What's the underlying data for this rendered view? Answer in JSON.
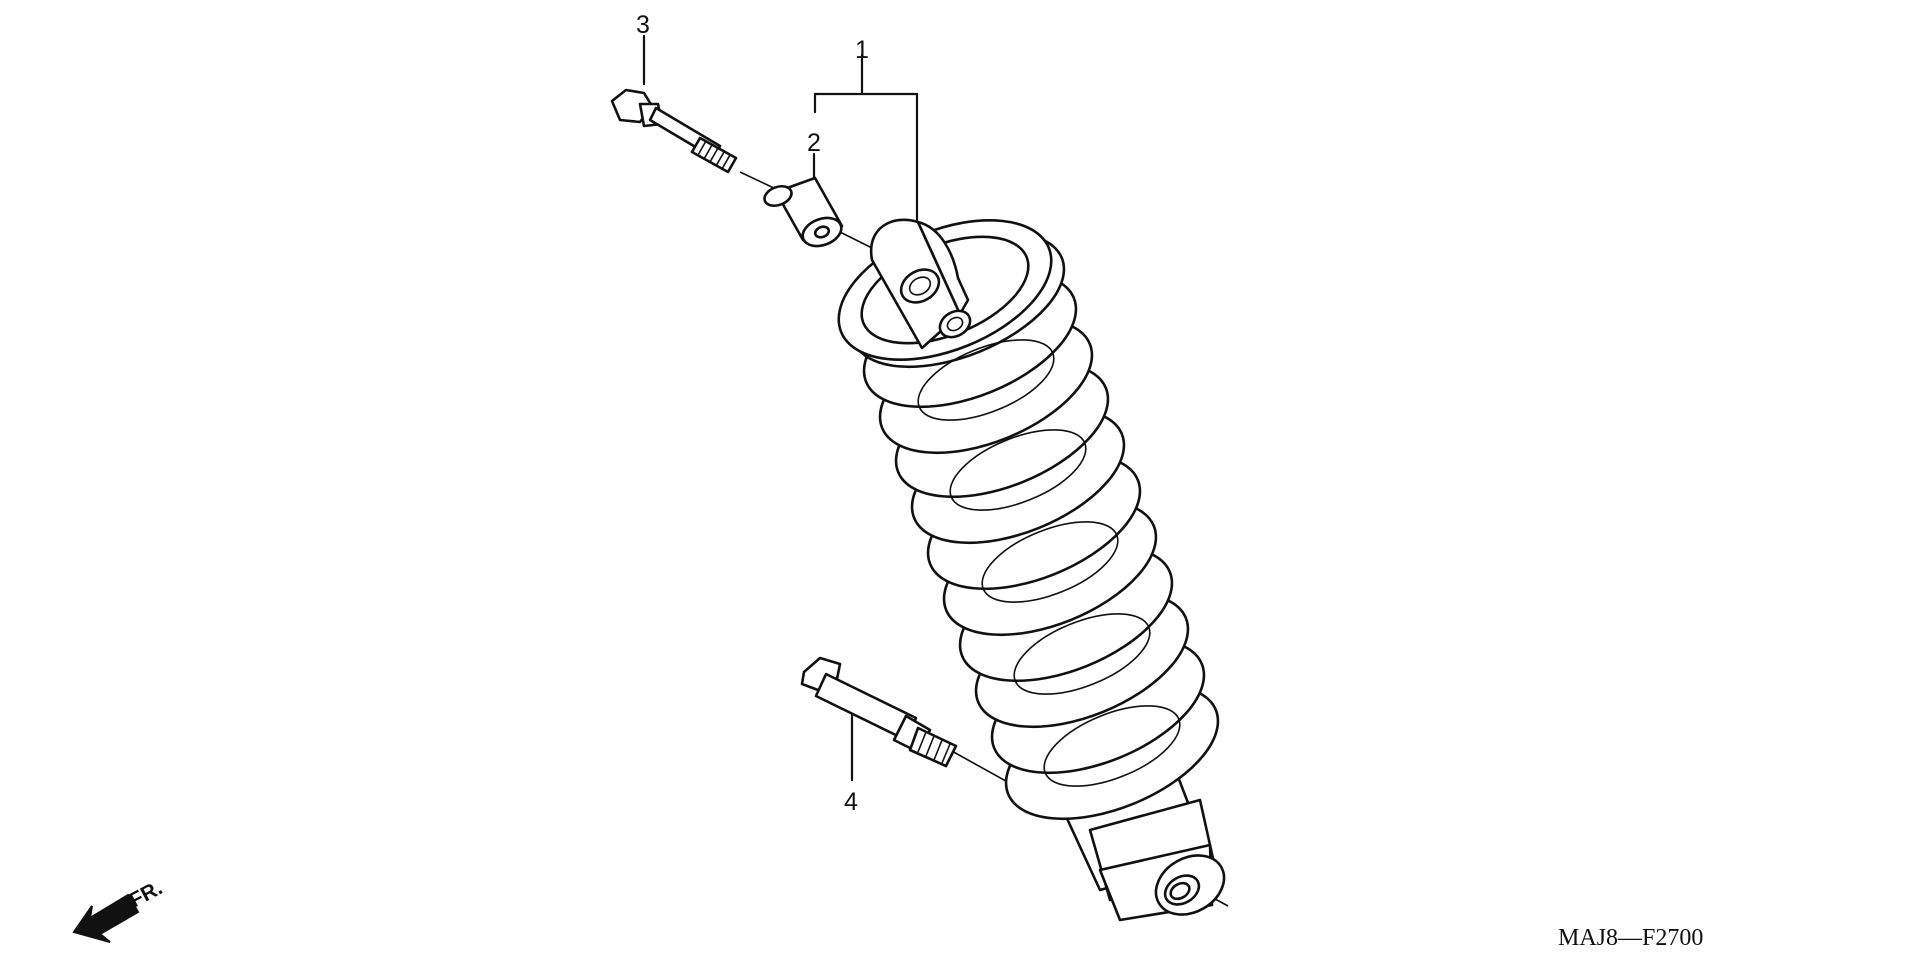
{
  "diagram": {
    "callouts": [
      "1",
      "2",
      "3",
      "4"
    ],
    "figure_code": "MAJ8—F2700",
    "direction_label": "FR.",
    "icons": [
      "front-direction-arrow-icon"
    ]
  }
}
